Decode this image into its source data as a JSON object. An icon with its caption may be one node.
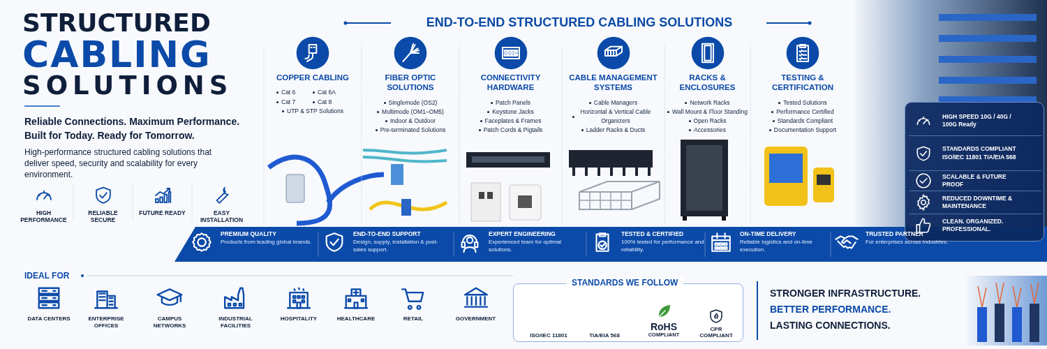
{
  "diagram": {
    "title": "STRUCTURED CABLING SOLUTIONS",
    "nodes": [
      {
        "text": [
          "HIGH PERFORMANCE"
        ]
      },
      {
        "text": [
          "RELIABLE SECURE"
        ]
      },
      {
        "text": [
          "FUTURE READY"
        ]
      },
      {
        "text": [
          "EASY INSTALLATION"
        ]
      },
      {
        "text": [
          "COPPER CABLING",
          "Cat 6",
          "Cat 6A",
          "Cat 7",
          "Cat 8",
          "UTP & STP Solutions"
        ]
      },
      {
        "text": [
          "FIBER OPTIC SOLUTIONS",
          "Singlemode (OS2)",
          "Multimode (OM1–OM5)",
          "Indoor & Outdoor",
          "Pre-terminated Solutions"
        ]
      },
      {
        "text": [
          "CONNECTIVITY HARDWARE",
          "Patch Panels",
          "Keystone Jacks",
          "Faceplates & Frames",
          "Patch Cords & Pigtails"
        ]
      },
      {
        "text": [
          "CABLE MANAGEMENT SYSTEMS",
          "Cable Managers",
          "Horizontal & Vertical Cable Organizers",
          "Ladder Racks & Ducts"
        ]
      },
      {
        "text": [
          "RACKS & ENCLOSURES",
          "Network Racks",
          "Wall Mount & Floor Standing",
          "Open Racks",
          "Accessories"
        ]
      },
      {
        "text": [
          "TESTING & CERTIFICATION",
          "Tested Solutions",
          "Performance Certified",
          "Standards Compliant",
          "Documentation Support"
        ]
      },
      {
        "text": [
          "HIGH SPEED 10G / 40G / 100G Ready"
        ]
      },
      {
        "text": [
          "STANDARDS COMPLIANT ISO/IEC 11801 TIA/EIA 568"
        ]
      },
      {
        "text": [
          "SCALABLE & FUTURE PROOF"
        ]
      },
      {
        "text": [
          "REDUCED DOWNTIME & MAINTENANCE"
        ]
      },
      {
        "text": [
          "CLEAN. ORGANIZED. PROFESSIONAL."
        ]
      },
      {
        "text": [
          "PREMIUM QUALITY",
          "Products from leading global brands."
        ]
      },
      {
        "text": [
          "END-TO-END SUPPORT",
          "Design, supply, installation & post-sales support."
        ]
      },
      {
        "text": [
          "EXPERT ENGINEERING",
          "Experienced team for optimal solutions."
        ]
      },
      {
        "text": [
          "TESTED & CERTIFIED",
          "100% tested for performance and reliability."
        ]
      },
      {
        "text": [
          "ON-TIME DELIVERY",
          "Reliable logistics and on-time execution."
        ]
      },
      {
        "text": [
          "TRUSTED PARTNER",
          "For enterprises across industries."
        ]
      },
      {
        "text": [
          "DATA CENTERS"
        ]
      },
      {
        "text": [
          "ENTERPRISE OFFICES"
        ]
      },
      {
        "text": [
          "CAMPUS NETWORKS"
        ]
      },
      {
        "text": [
          "INDUSTRIAL FACILITIES"
        ]
      },
      {
        "text": [
          "HOSPITALITY"
        ]
      },
      {
        "text": [
          "HEALTHCARE"
        ]
      },
      {
        "text": [
          "RETAIL"
        ]
      },
      {
        "text": [
          "GOVERNMENT"
        ]
      },
      {
        "text": [
          "STANDARDS WE FOLLOW"
        ]
      },
      {
        "text": [
          "ISO/IEC 11801"
        ],
        "in": 29
      },
      {
        "text": [
          "TIA/EIA 568"
        ],
        "in": 29
      },
      {
        "text": [
          "RoHS",
          "COMPLIANT"
        ],
        "in": 29
      },
      {
        "text": [
          "CPR COMPLIANT"
        ],
        "in": 29
      }
    ],
    "labels": [
      "Reliable Connections. Maximum Performance. Built for Today. Ready for Tomorrow.",
      "High-performance structured cabling solutions that deliver speed, security and scalability for every environment.",
      "END-TO-END STRUCTURED CABLING SOLUTIONS",
      "IDEAL FOR",
      "STRONGER INFRASTRUCTURE.",
      "BETTER PERFORMANCE.",
      "LASTING CONNECTIONS."
    ]
  }
}
